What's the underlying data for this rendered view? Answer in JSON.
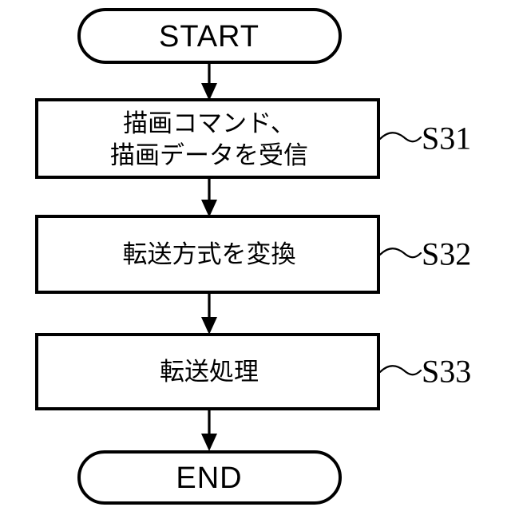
{
  "diagram": {
    "type": "flowchart",
    "orientation": "vertical",
    "colors": {
      "background": "#ffffff",
      "stroke": "#000000",
      "fill": "#ffffff",
      "text": "#000000"
    },
    "nodes": [
      {
        "id": "start",
        "shape": "terminator",
        "label": "START"
      },
      {
        "id": "s31",
        "shape": "process",
        "line1": "描画コマンド、",
        "line2": "描画データを受信",
        "step": "S31"
      },
      {
        "id": "s32",
        "shape": "process",
        "line1": "転送方式を変換",
        "line2": "",
        "step": "S32"
      },
      {
        "id": "s33",
        "shape": "process",
        "line1": "転送処理",
        "line2": "",
        "step": "S33"
      },
      {
        "id": "end",
        "shape": "terminator",
        "label": "END"
      }
    ],
    "connectors": [
      {
        "from": "start",
        "to": "s31",
        "style": "arrow-down"
      },
      {
        "from": "s31",
        "to": "s32",
        "style": "arrow-down"
      },
      {
        "from": "s32",
        "to": "s33",
        "style": "arrow-down"
      },
      {
        "from": "s33",
        "to": "end",
        "style": "arrow-down"
      }
    ]
  }
}
